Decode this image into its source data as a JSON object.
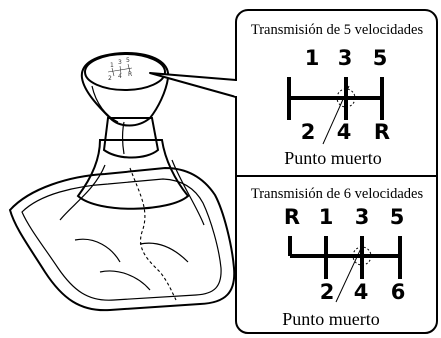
{
  "panel_5": {
    "title": "Transmisión de 5 velocidades",
    "top_gears": [
      "1",
      "3",
      "5"
    ],
    "bottom_gears": [
      "2",
      "4",
      "R"
    ],
    "neutral_label": "Punto muerto"
  },
  "panel_6": {
    "title": "Transmisión de 6 velocidades",
    "top_gears": [
      "R",
      "1",
      "3",
      "5"
    ],
    "bottom_gears": [
      "2",
      "4",
      "6"
    ],
    "neutral_label": "Punto muerto"
  }
}
